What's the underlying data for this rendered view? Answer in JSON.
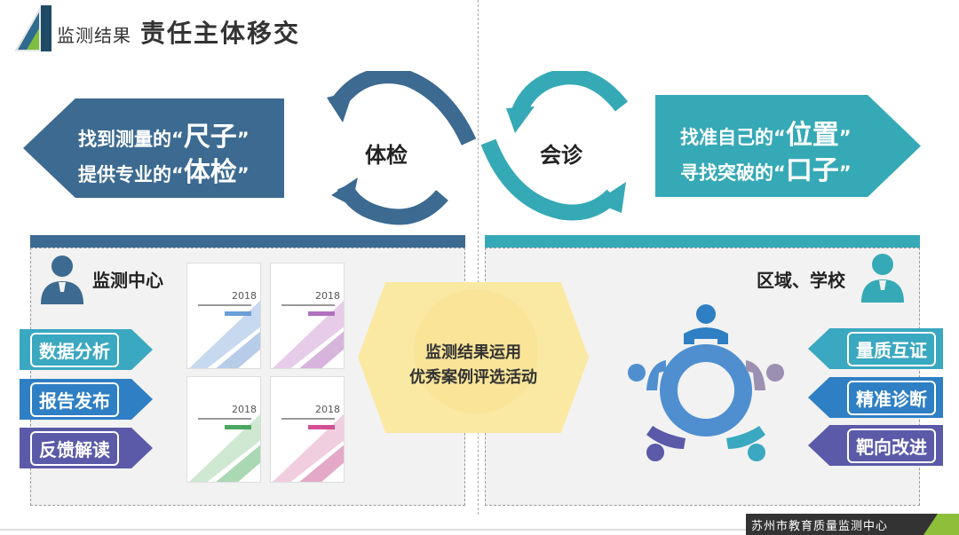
{
  "header": {
    "subtitle": "监测结果",
    "title": "责任主体移交"
  },
  "left_arrow": {
    "line1_prefix": "找到测量的“",
    "line1_big": "尺子",
    "line1_suffix": "”",
    "line2_prefix": "提供专业的“",
    "line2_big": "体检",
    "line2_suffix": "”"
  },
  "right_arrow": {
    "line1_prefix": "找准自己的“",
    "line1_big": "位置",
    "line1_suffix": "”",
    "line2_prefix": "寻找突破的“",
    "line2_big": "口子",
    "line2_suffix": "”"
  },
  "cycles": {
    "left": "体检",
    "right": "会诊"
  },
  "left_panel": {
    "label": "监测中心",
    "actions": [
      "数据分析",
      "报告发布",
      "反馈解读"
    ]
  },
  "right_panel": {
    "label": "区域、学校",
    "actions": [
      "量质互证",
      "精准诊断",
      "靶向改进"
    ]
  },
  "reports": {
    "year": "2018"
  },
  "center_badge": {
    "line1": "监测结果运用",
    "line2": "优秀案例评选活动"
  },
  "footer": {
    "org": "苏州市教育质量监测中心"
  },
  "colors": {
    "dark_blue": "#3c6a91",
    "teal": "#36a9b6",
    "action_teal": "#3aa8c0",
    "action_blue": "#2e7fc4",
    "action_purple": "#5b5aa8",
    "badge_yellow": "#fae9a3",
    "footer_green": "#8dbf3a"
  }
}
